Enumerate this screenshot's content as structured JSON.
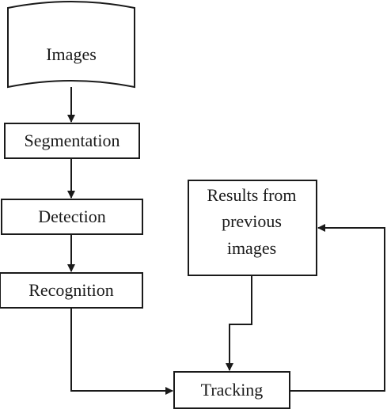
{
  "nodes": {
    "images": "Images",
    "segmentation": "Segmentation",
    "detection": "Detection",
    "recognition": "Recognition",
    "results": [
      "Results from",
      "previous",
      "images"
    ],
    "tracking": "Tracking"
  },
  "colors": {
    "stroke": "#1a1a1a",
    "background": "#ffffff"
  }
}
